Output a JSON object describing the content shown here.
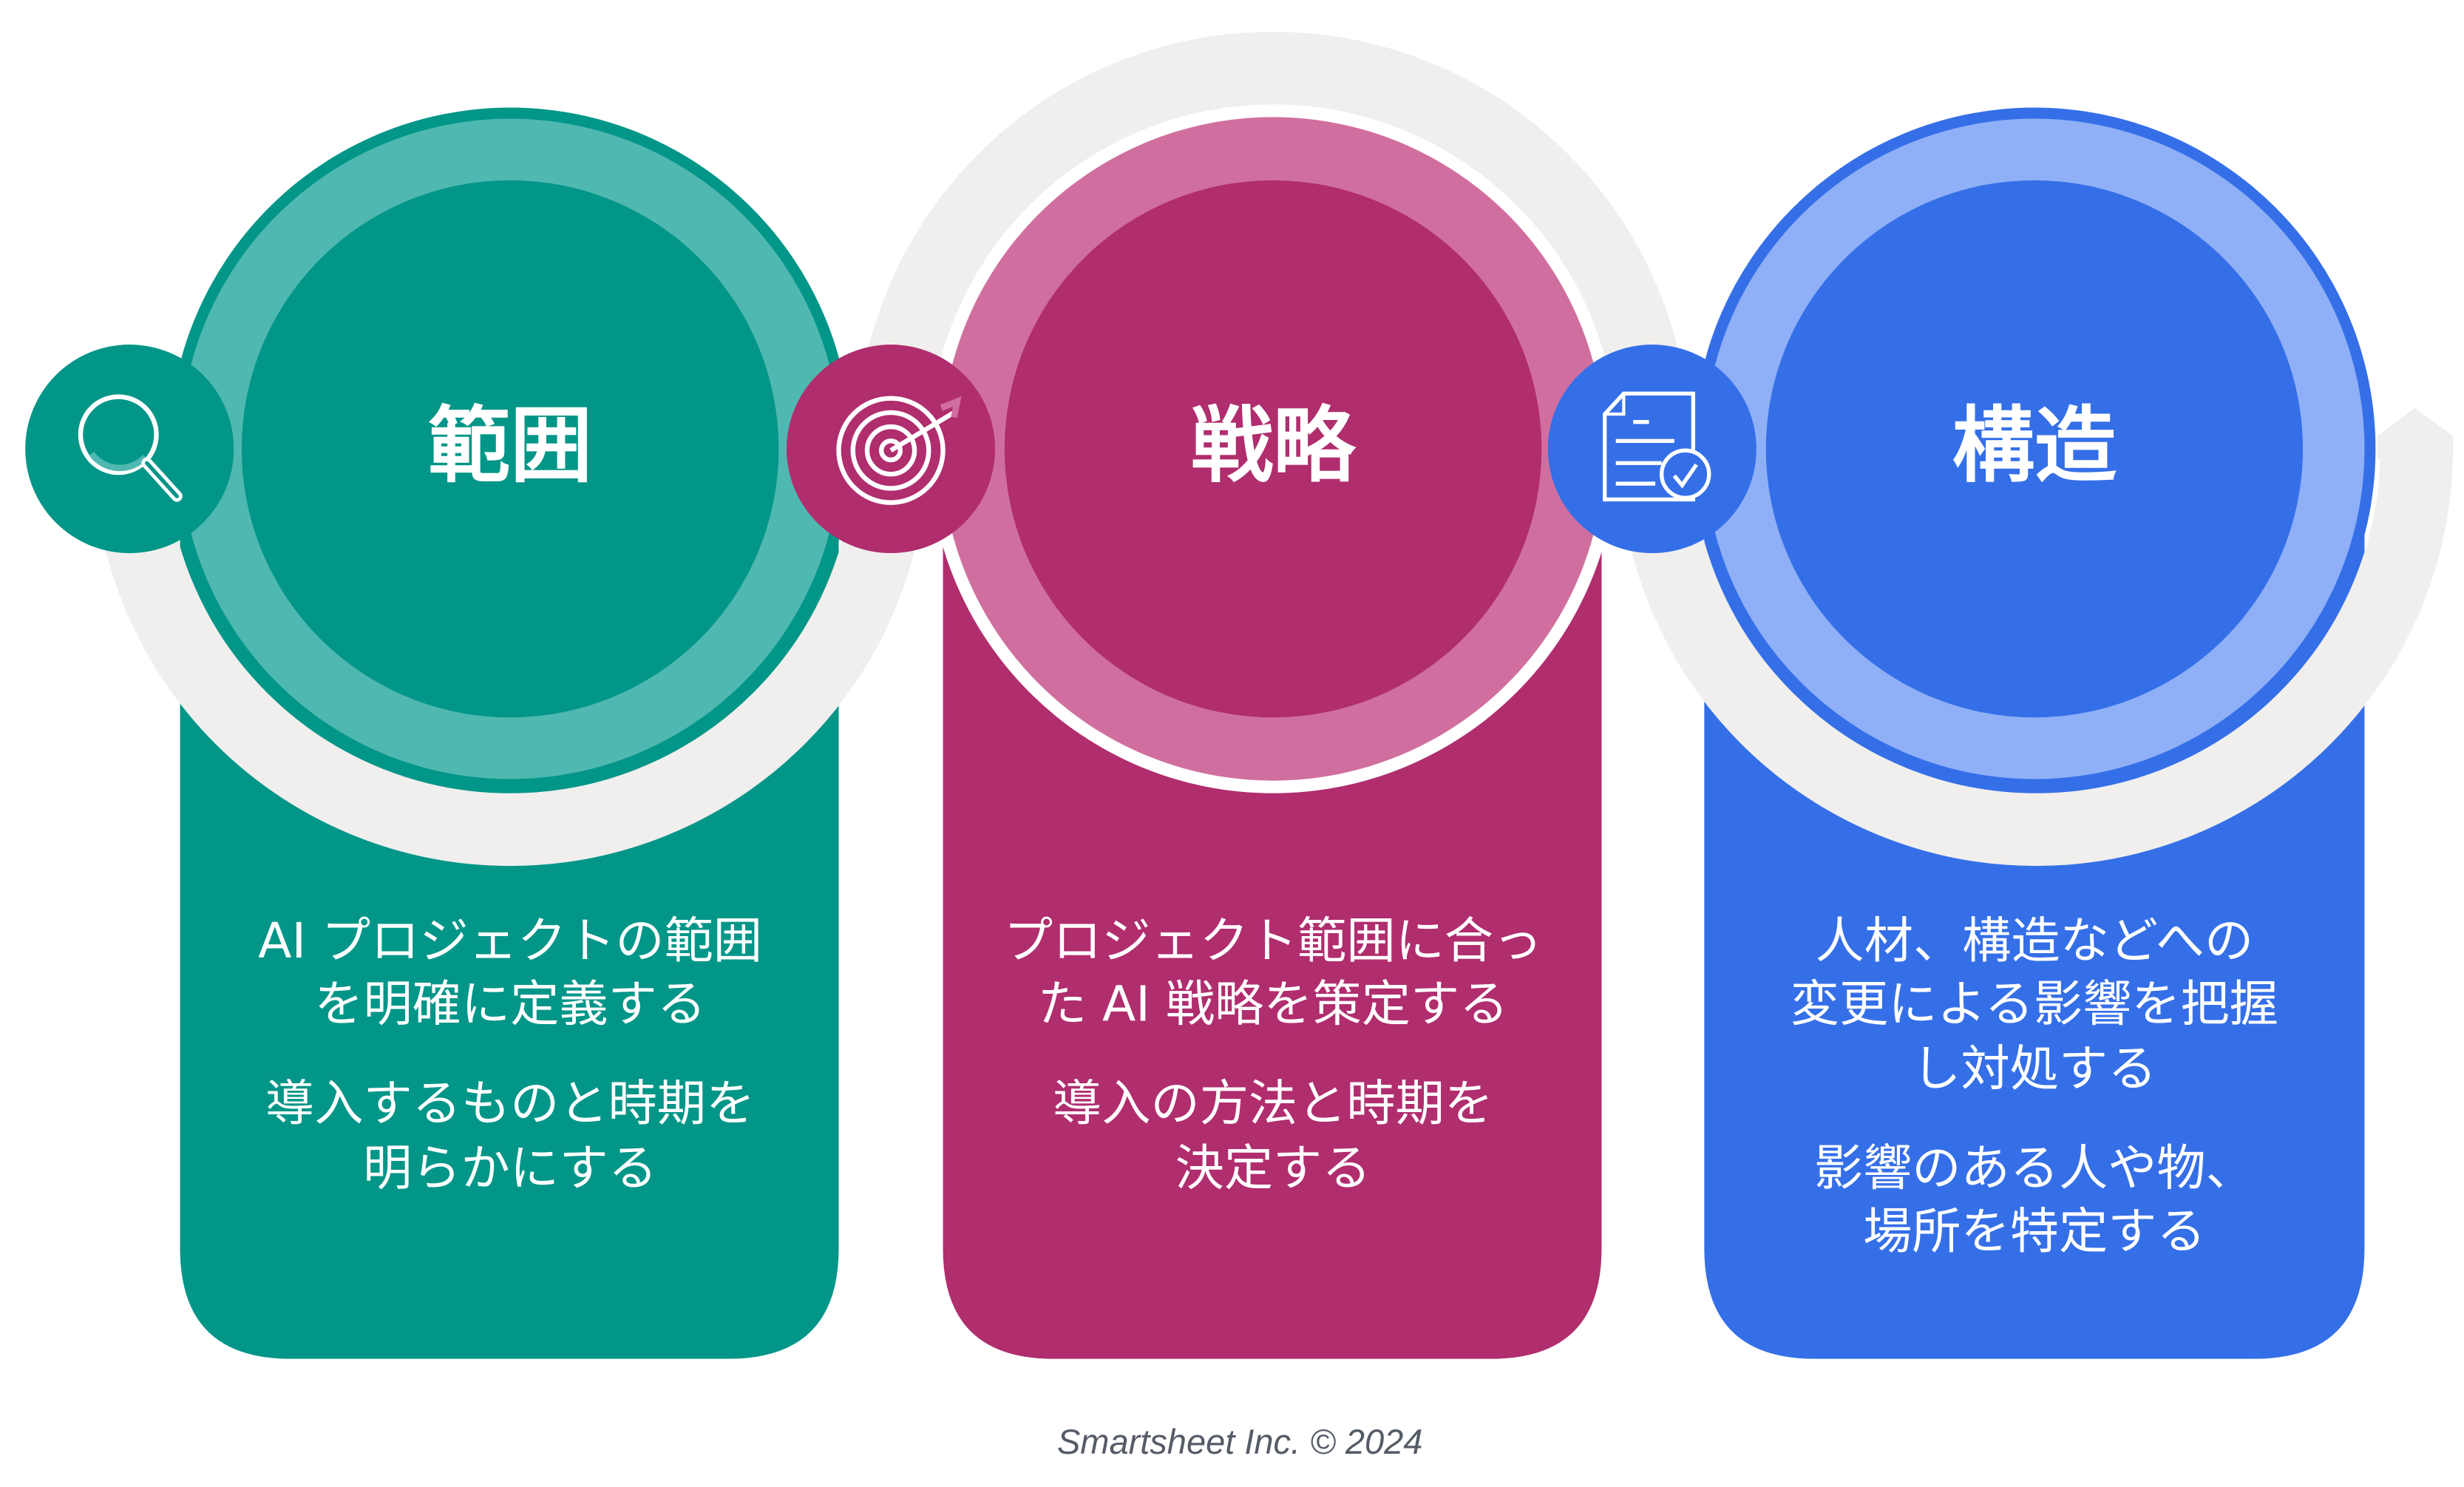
{
  "colors": {
    "teal": "#019688",
    "teal_light": "#4fb8b0",
    "magenta": "#b02d6e",
    "magenta_light": "#d06f9f",
    "blue": "#356fe8",
    "blue_light": "#8fb0f7",
    "arc_gray": "#f0efed"
  },
  "steps": [
    {
      "title": "範囲",
      "icon": "magnifier-icon",
      "para1": [
        "AI プロジェクトの範囲",
        "を明確に定義する"
      ],
      "para2": [
        "導入するものと時期を",
        "明らかにする"
      ]
    },
    {
      "title": "戦略",
      "icon": "target-icon",
      "para1": [
        "プロジェクト範囲に合っ",
        "た AI 戦略を策定する"
      ],
      "para2": [
        "導入の方法と時期を",
        "決定する"
      ]
    },
    {
      "title": "構造",
      "icon": "document-check-icon",
      "para1": [
        "人材、構造などへの",
        "変更による影響を把握",
        "し対処する"
      ],
      "para2": [
        "影響のある人や物、",
        "場所を特定する"
      ]
    }
  ],
  "footer": "Smartsheet Inc. © 2024"
}
